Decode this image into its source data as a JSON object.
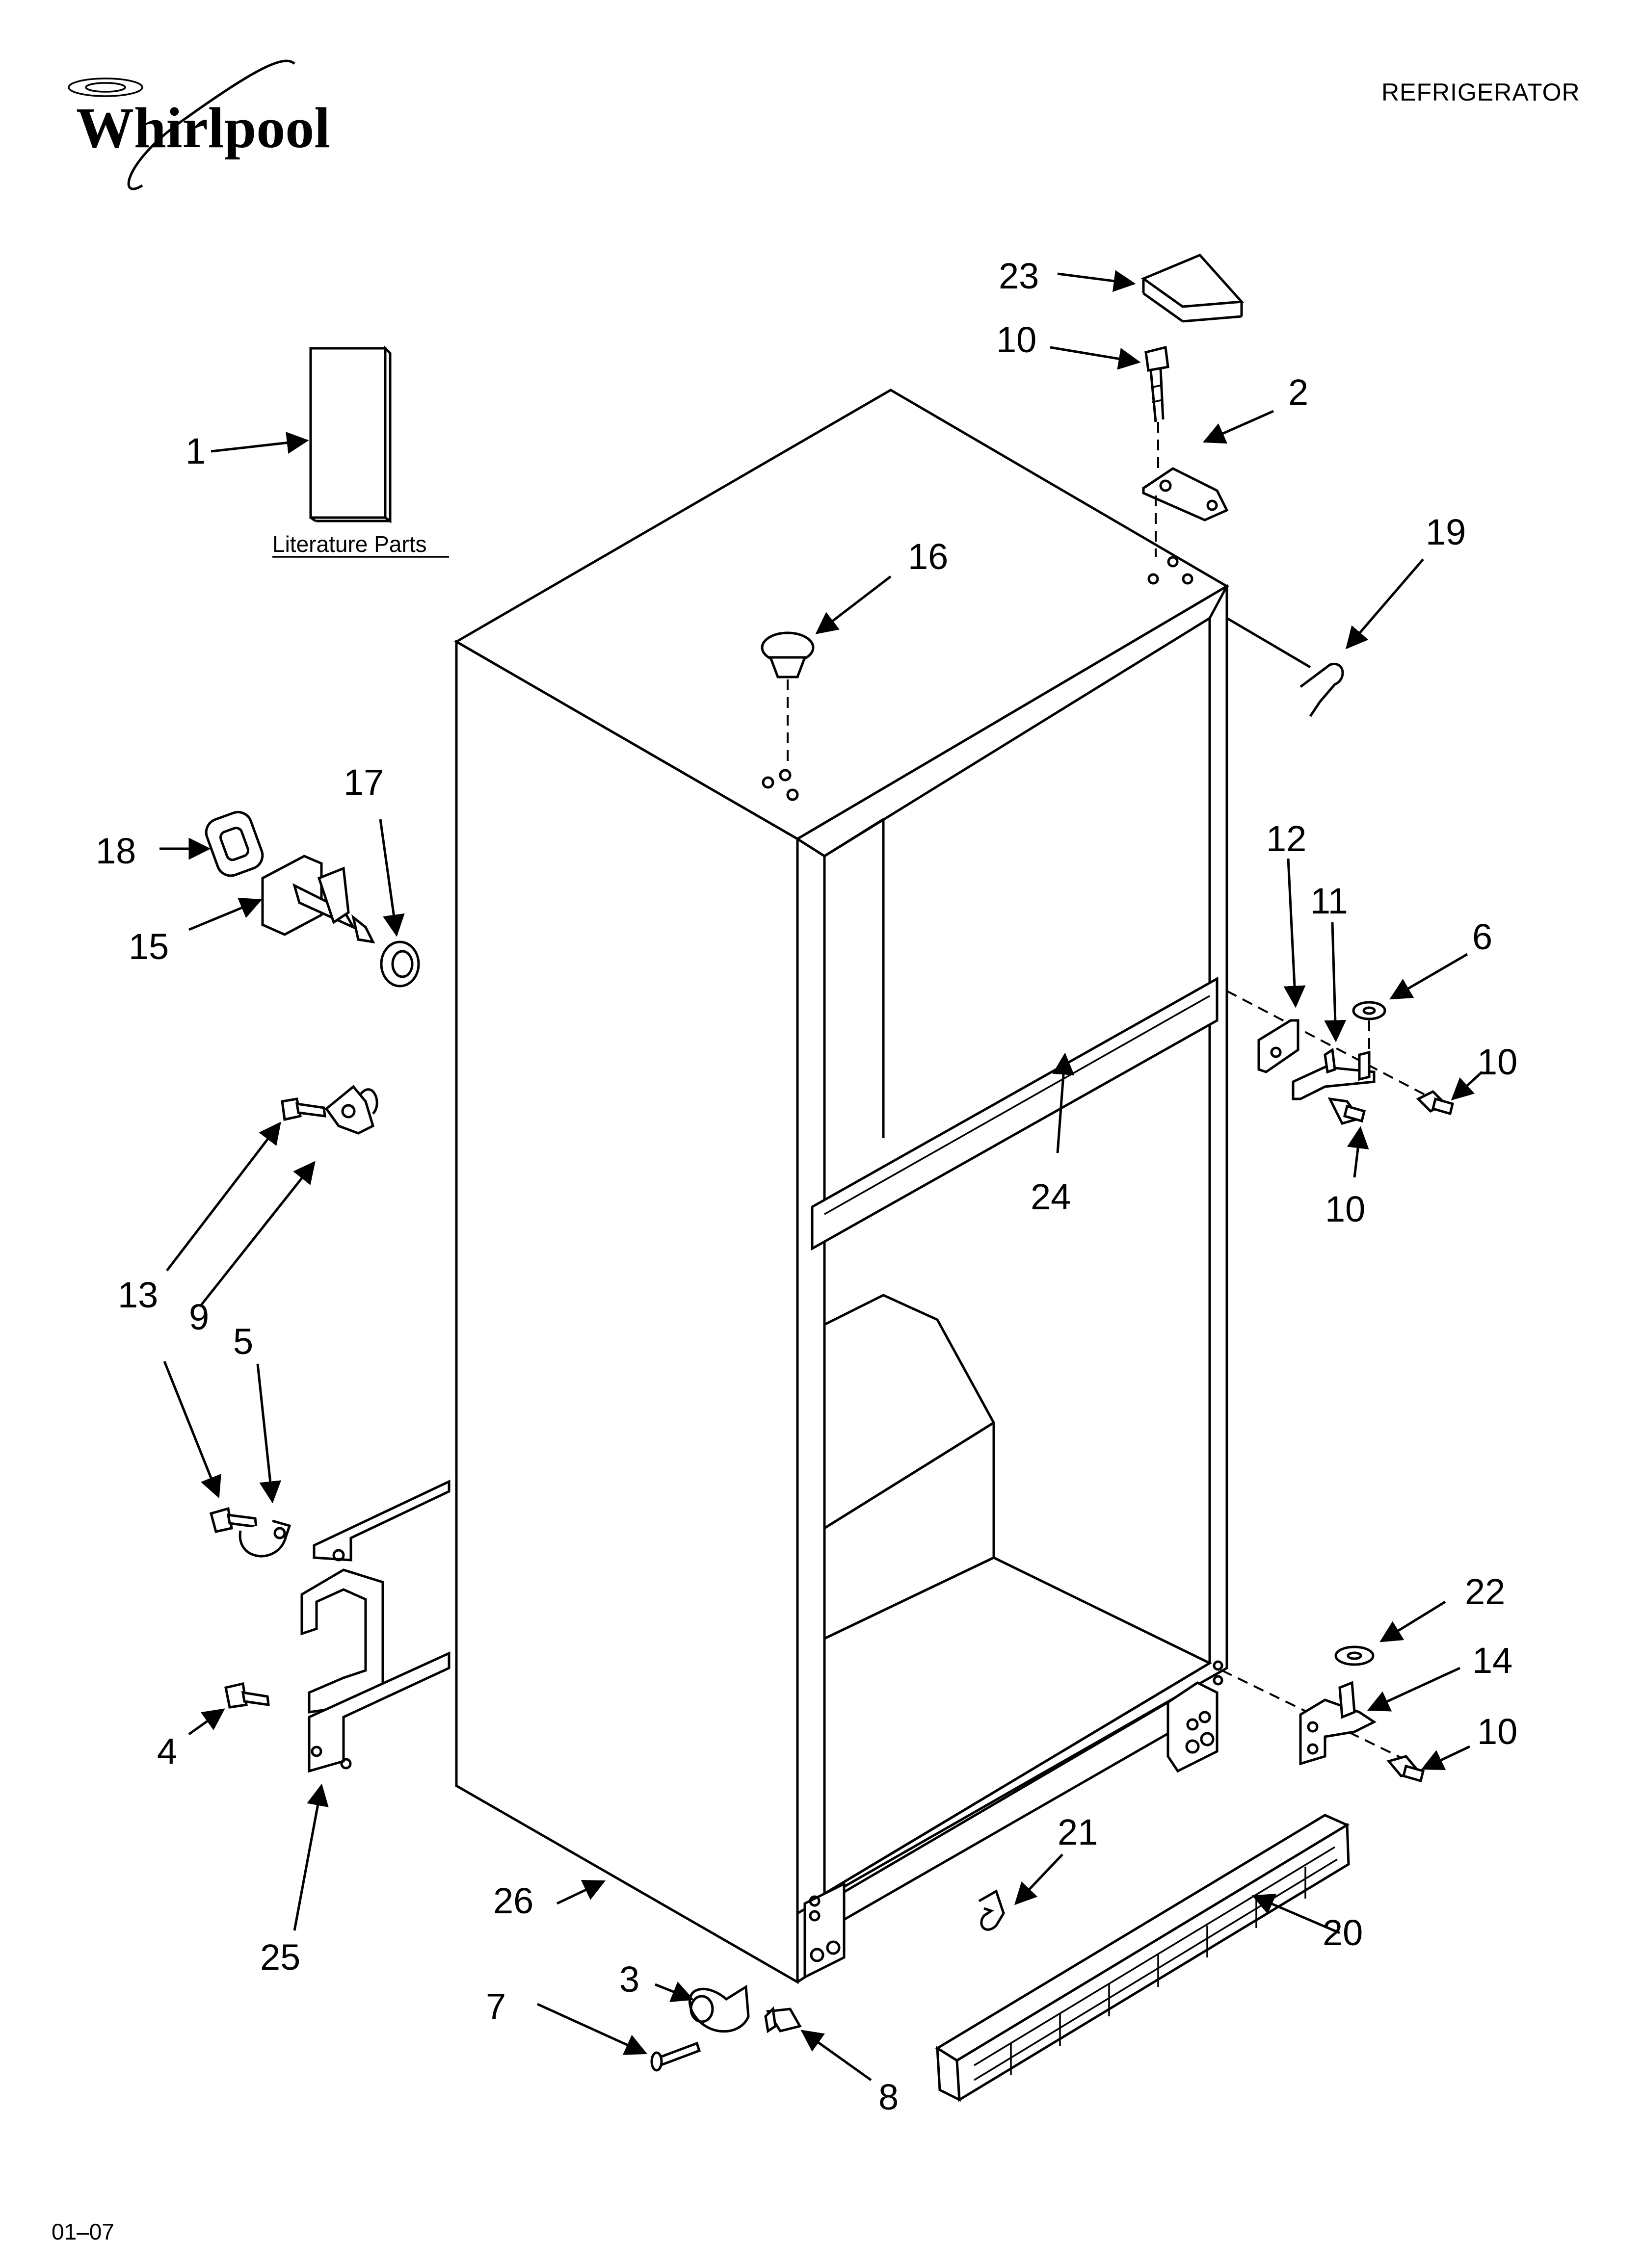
{
  "header": {
    "brand": "Whirlpool",
    "product": "REFRIGERATOR"
  },
  "footer": {
    "code": "01–07"
  },
  "literature_label": "Literature Parts",
  "callouts": {
    "c1": "1",
    "c2": "2",
    "c3": "3",
    "c4": "4",
    "c5": "5",
    "c6": "6",
    "c7": "7",
    "c8": "8",
    "c9": "9",
    "c10a": "10",
    "c10b": "10",
    "c10c": "10",
    "c10d": "10",
    "c11": "11",
    "c12": "12",
    "c13": "13",
    "c14": "14",
    "c15": "15",
    "c16": "16",
    "c17": "17",
    "c18": "18",
    "c19": "19",
    "c20": "20",
    "c21": "21",
    "c22": "22",
    "c23": "23",
    "c24": "24",
    "c25": "25",
    "c26": "26"
  }
}
